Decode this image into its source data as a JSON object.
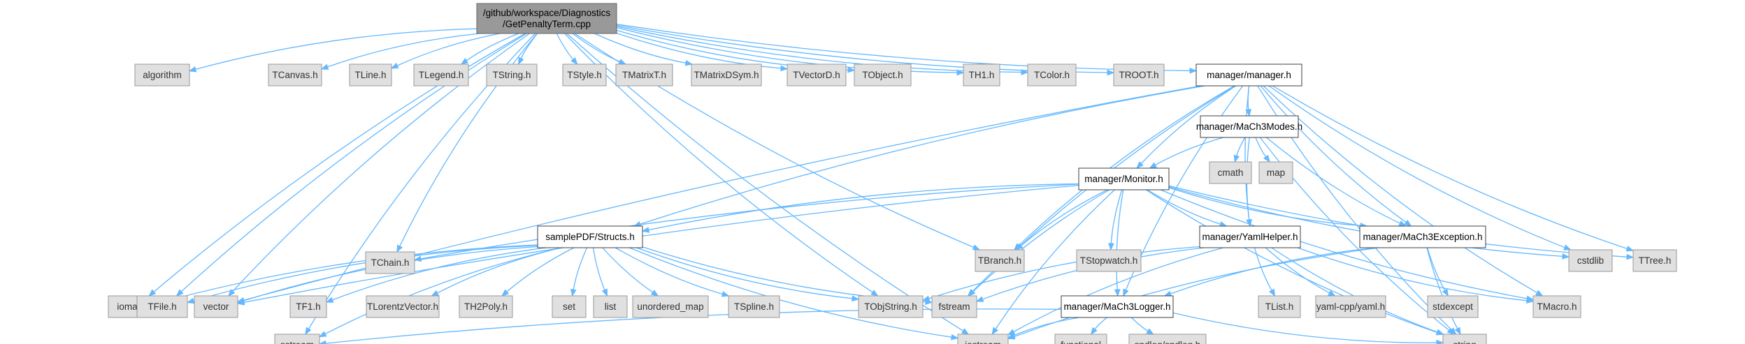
{
  "colors": {
    "edge": "#63b8ff",
    "root_fill": "#999999",
    "system_fill": "#e0e0e0",
    "local_fill": "#ffffff"
  },
  "nodes": [
    {
      "id": "root",
      "lines": [
        "/github/workspace/Diagnostics",
        "/GetPenaltyTerm.cpp"
      ],
      "kind": "root"
    },
    {
      "id": "algorithm",
      "lines": [
        "algorithm"
      ],
      "kind": "sys"
    },
    {
      "id": "TCanvas",
      "lines": [
        "TCanvas.h"
      ],
      "kind": "sys"
    },
    {
      "id": "TLine",
      "lines": [
        "TLine.h"
      ],
      "kind": "sys"
    },
    {
      "id": "TLegend",
      "lines": [
        "TLegend.h"
      ],
      "kind": "sys"
    },
    {
      "id": "TString",
      "lines": [
        "TString.h"
      ],
      "kind": "sys"
    },
    {
      "id": "TStyle",
      "lines": [
        "TStyle.h"
      ],
      "kind": "sys"
    },
    {
      "id": "TMatrixT",
      "lines": [
        "TMatrixT.h"
      ],
      "kind": "sys"
    },
    {
      "id": "TMatrixDSym",
      "lines": [
        "TMatrixDSym.h"
      ],
      "kind": "sys"
    },
    {
      "id": "TVectorD",
      "lines": [
        "TVectorD.h"
      ],
      "kind": "sys"
    },
    {
      "id": "TObject",
      "lines": [
        "TObject.h"
      ],
      "kind": "sys"
    },
    {
      "id": "TH1",
      "lines": [
        "TH1.h"
      ],
      "kind": "sys"
    },
    {
      "id": "TColor",
      "lines": [
        "TColor.h"
      ],
      "kind": "sys"
    },
    {
      "id": "TROOT",
      "lines": [
        "TROOT.h"
      ],
      "kind": "sys"
    },
    {
      "id": "manager",
      "lines": [
        "manager/manager.h"
      ],
      "kind": "loc"
    },
    {
      "id": "modes",
      "lines": [
        "manager/MaCh3Modes.h"
      ],
      "kind": "loc"
    },
    {
      "id": "cmath",
      "lines": [
        "cmath"
      ],
      "kind": "sys"
    },
    {
      "id": "map",
      "lines": [
        "map"
      ],
      "kind": "sys"
    },
    {
      "id": "monitor",
      "lines": [
        "manager/Monitor.h"
      ],
      "kind": "loc"
    },
    {
      "id": "TChain",
      "lines": [
        "TChain.h"
      ],
      "kind": "sys"
    },
    {
      "id": "TBranch",
      "lines": [
        "TBranch.h"
      ],
      "kind": "sys"
    },
    {
      "id": "TStopwatch",
      "lines": [
        "TStopwatch.h"
      ],
      "kind": "sys"
    },
    {
      "id": "yamlhelper",
      "lines": [
        "manager/YamlHelper.h"
      ],
      "kind": "loc"
    },
    {
      "id": "exception",
      "lines": [
        "manager/MaCh3Exception.h"
      ],
      "kind": "loc"
    },
    {
      "id": "cstdlib",
      "lines": [
        "cstdlib"
      ],
      "kind": "sys"
    },
    {
      "id": "TTree",
      "lines": [
        "TTree.h"
      ],
      "kind": "sys"
    },
    {
      "id": "structs",
      "lines": [
        "samplePDF/Structs.h"
      ],
      "kind": "loc"
    },
    {
      "id": "iomanip",
      "lines": [
        "iomanip"
      ],
      "kind": "sys"
    },
    {
      "id": "TFile",
      "lines": [
        "TFile.h"
      ],
      "kind": "sys"
    },
    {
      "id": "vector",
      "lines": [
        "vector"
      ],
      "kind": "sys"
    },
    {
      "id": "TF1",
      "lines": [
        "TF1.h"
      ],
      "kind": "sys"
    },
    {
      "id": "TLorentzVector",
      "lines": [
        "TLorentzVector.h"
      ],
      "kind": "sys"
    },
    {
      "id": "TH2Poly",
      "lines": [
        "TH2Poly.h"
      ],
      "kind": "sys"
    },
    {
      "id": "set",
      "lines": [
        "set"
      ],
      "kind": "sys"
    },
    {
      "id": "list",
      "lines": [
        "list"
      ],
      "kind": "sys"
    },
    {
      "id": "unordered_map",
      "lines": [
        "unordered_map"
      ],
      "kind": "sys"
    },
    {
      "id": "TSpline",
      "lines": [
        "TSpline.h"
      ],
      "kind": "sys"
    },
    {
      "id": "TObjString",
      "lines": [
        "TObjString.h"
      ],
      "kind": "sys"
    },
    {
      "id": "fstream",
      "lines": [
        "fstream"
      ],
      "kind": "sys"
    },
    {
      "id": "TList",
      "lines": [
        "TList.h"
      ],
      "kind": "sys"
    },
    {
      "id": "yamlcpp",
      "lines": [
        "yaml-cpp/yaml.h"
      ],
      "kind": "sys"
    },
    {
      "id": "stdexcept",
      "lines": [
        "stdexcept"
      ],
      "kind": "sys"
    },
    {
      "id": "TMacro",
      "lines": [
        "TMacro.h"
      ],
      "kind": "sys"
    },
    {
      "id": "logger",
      "lines": [
        "manager/MaCh3Logger.h"
      ],
      "kind": "loc"
    },
    {
      "id": "sstream",
      "lines": [
        "sstream"
      ],
      "kind": "sys"
    },
    {
      "id": "iostream",
      "lines": [
        "iostream"
      ],
      "kind": "sys"
    },
    {
      "id": "functional",
      "lines": [
        "functional"
      ],
      "kind": "sys"
    },
    {
      "id": "spdlog",
      "lines": [
        "spdlog/spdlog.h"
      ],
      "kind": "sys"
    },
    {
      "id": "string",
      "lines": [
        "string"
      ],
      "kind": "sys"
    }
  ],
  "edges": [
    [
      "root",
      "algorithm"
    ],
    [
      "root",
      "TCanvas"
    ],
    [
      "root",
      "TLine"
    ],
    [
      "root",
      "TLegend"
    ],
    [
      "root",
      "TString"
    ],
    [
      "root",
      "TStyle"
    ],
    [
      "root",
      "TMatrixT"
    ],
    [
      "root",
      "TMatrixDSym"
    ],
    [
      "root",
      "TVectorD"
    ],
    [
      "root",
      "TObject"
    ],
    [
      "root",
      "TH1"
    ],
    [
      "root",
      "TColor"
    ],
    [
      "root",
      "TROOT"
    ],
    [
      "root",
      "manager"
    ],
    [
      "root",
      "TChain"
    ],
    [
      "root",
      "iomanip"
    ],
    [
      "root",
      "TFile"
    ],
    [
      "root",
      "vector"
    ],
    [
      "root",
      "sstream"
    ],
    [
      "root",
      "iostream"
    ],
    [
      "root",
      "TObjString"
    ],
    [
      "root",
      "TBranch"
    ],
    [
      "manager",
      "modes"
    ],
    [
      "manager",
      "monitor"
    ],
    [
      "manager",
      "structs"
    ],
    [
      "manager",
      "yamlhelper"
    ],
    [
      "manager",
      "exception"
    ],
    [
      "manager",
      "logger"
    ],
    [
      "manager",
      "cstdlib"
    ],
    [
      "manager",
      "TTree"
    ],
    [
      "manager",
      "TMacro"
    ],
    [
      "manager",
      "string"
    ],
    [
      "manager",
      "TBranch"
    ],
    [
      "manager",
      "fstream"
    ],
    [
      "manager",
      "vector"
    ],
    [
      "modes",
      "cmath"
    ],
    [
      "modes",
      "map"
    ],
    [
      "modes",
      "monitor"
    ],
    [
      "modes",
      "yamlhelper"
    ],
    [
      "modes",
      "exception"
    ],
    [
      "modes",
      "string"
    ],
    [
      "monitor",
      "TChain"
    ],
    [
      "monitor",
      "TBranch"
    ],
    [
      "monitor",
      "TStopwatch"
    ],
    [
      "monitor",
      "yamlhelper"
    ],
    [
      "monitor",
      "exception"
    ],
    [
      "monitor",
      "cstdlib"
    ],
    [
      "monitor",
      "TTree"
    ],
    [
      "monitor",
      "structs"
    ],
    [
      "monitor",
      "logger"
    ],
    [
      "monitor",
      "iostream"
    ],
    [
      "monitor",
      "fstream"
    ],
    [
      "monitor",
      "string"
    ],
    [
      "monitor",
      "TMacro"
    ],
    [
      "monitor",
      "vector"
    ],
    [
      "structs",
      "iomanip"
    ],
    [
      "structs",
      "TFile"
    ],
    [
      "structs",
      "vector"
    ],
    [
      "structs",
      "TF1"
    ],
    [
      "structs",
      "TLorentzVector"
    ],
    [
      "structs",
      "TH2Poly"
    ],
    [
      "structs",
      "set"
    ],
    [
      "structs",
      "list"
    ],
    [
      "structs",
      "unordered_map"
    ],
    [
      "structs",
      "TSpline"
    ],
    [
      "structs",
      "TObjString"
    ],
    [
      "structs",
      "fstream"
    ],
    [
      "structs",
      "iostream"
    ],
    [
      "structs",
      "sstream"
    ],
    [
      "yamlhelper",
      "TObjString"
    ],
    [
      "yamlhelper",
      "fstream"
    ],
    [
      "yamlhelper",
      "TList"
    ],
    [
      "yamlhelper",
      "yamlcpp"
    ],
    [
      "yamlhelper",
      "TMacro"
    ],
    [
      "yamlhelper",
      "iostream"
    ],
    [
      "yamlhelper",
      "string"
    ],
    [
      "exception",
      "stdexcept"
    ],
    [
      "exception",
      "string"
    ],
    [
      "exception",
      "logger"
    ],
    [
      "exception",
      "iostream"
    ],
    [
      "logger",
      "sstream"
    ],
    [
      "logger",
      "iostream"
    ],
    [
      "logger",
      "functional"
    ],
    [
      "logger",
      "spdlog"
    ],
    [
      "logger",
      "string"
    ]
  ]
}
